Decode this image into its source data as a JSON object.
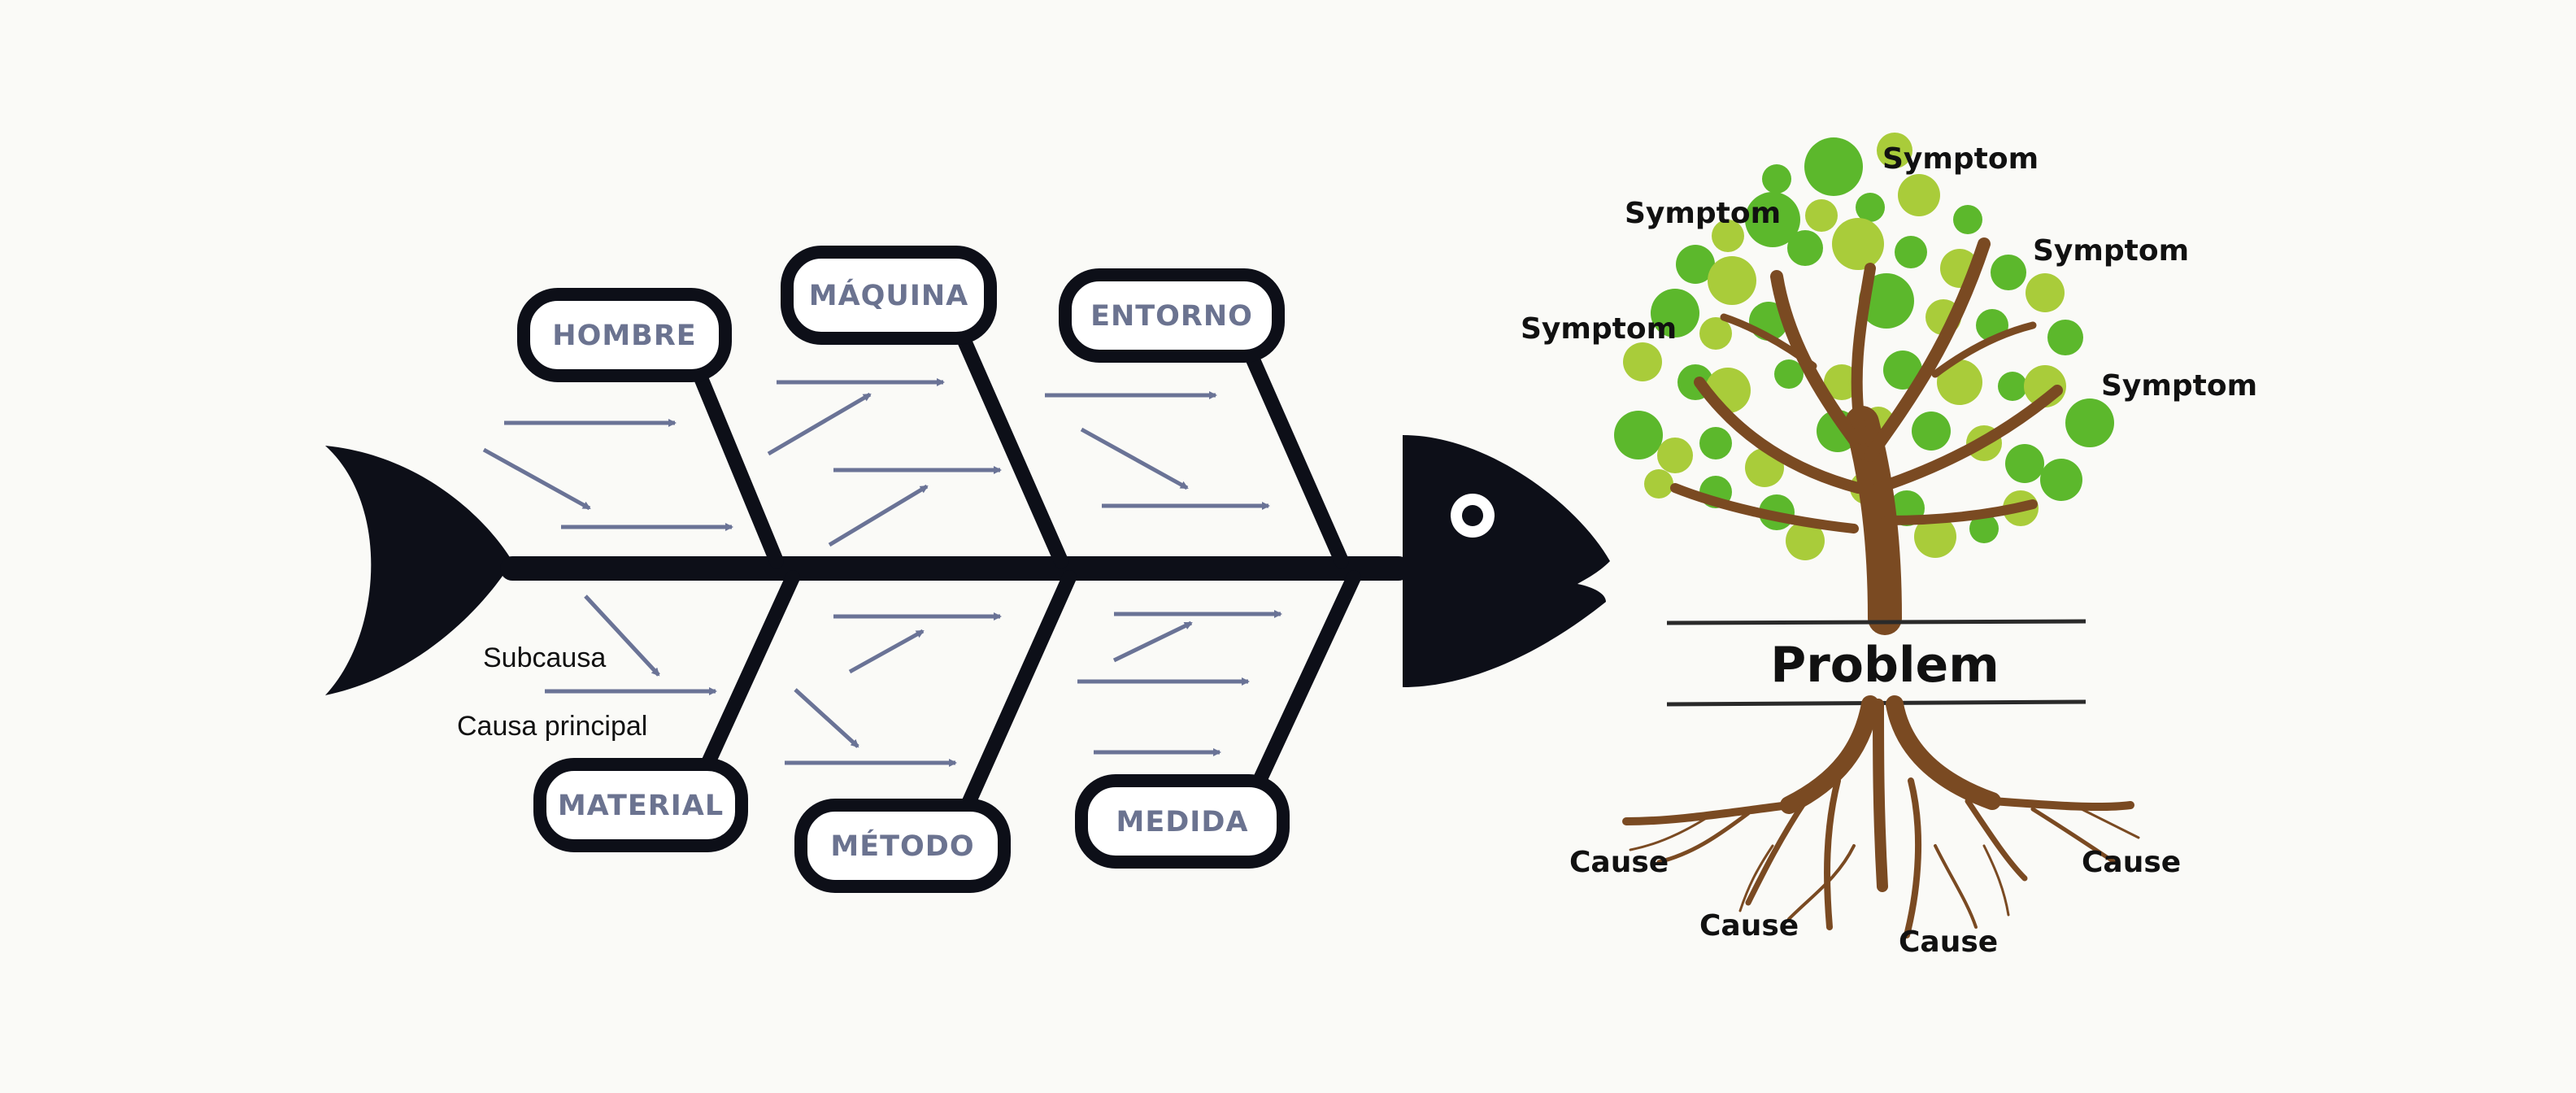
{
  "fishbone": {
    "categories": {
      "hombre": "HOMBRE",
      "maquina": "MÁQUINA",
      "entorno": "ENTORNO",
      "material": "MATERIAL",
      "metodo": "MÉTODO",
      "medida": "MEDIDA"
    },
    "legend": {
      "subcausa": "Subcausa",
      "causa_principal": "Causa principal"
    },
    "colors": {
      "ink": "#0d0f18",
      "label": "#6b7390",
      "arrow": "#6a7396"
    }
  },
  "tree": {
    "symptoms": [
      "Symptom",
      "Symptom",
      "Symptom",
      "Symptom",
      "Symptom"
    ],
    "problem": "Problem",
    "causes": [
      "Cause",
      "Cause",
      "Cause",
      "Cause"
    ],
    "colors": {
      "trunk": "#7a4a22",
      "leaf_dark": "#5cb82c",
      "leaf_light": "#a9cc3a"
    }
  }
}
